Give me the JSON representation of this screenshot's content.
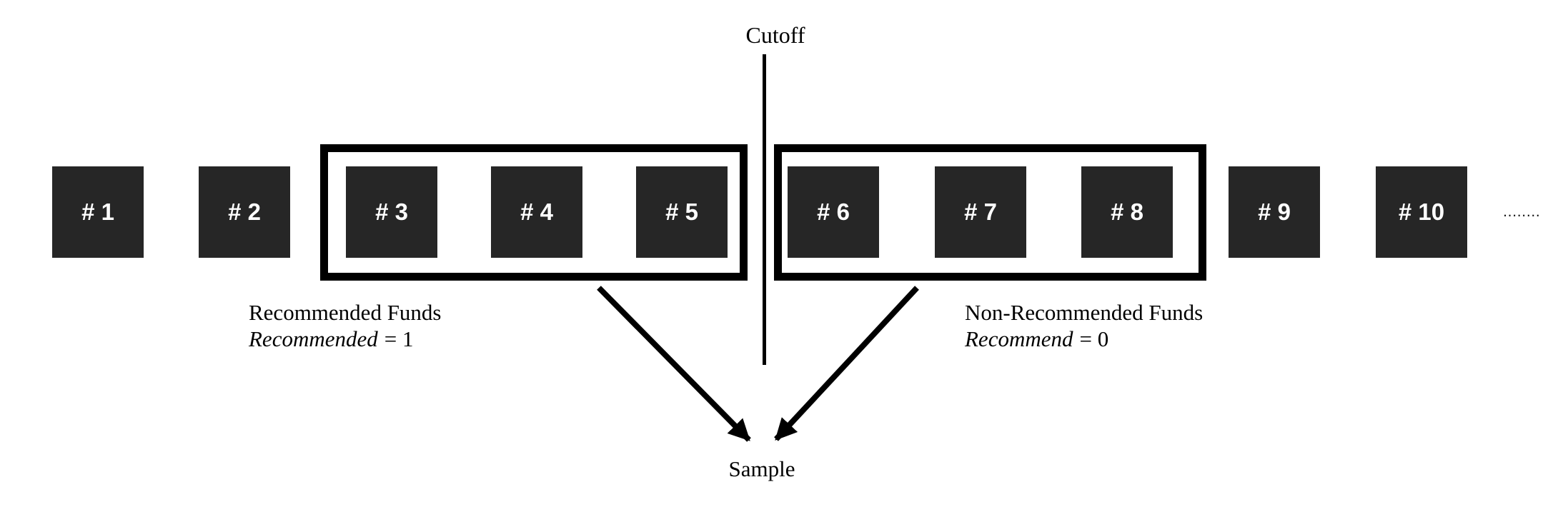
{
  "diagram": {
    "cutoff_label": "Cutoff",
    "sample_label": "Sample",
    "ellipsis": "........",
    "funds": [
      {
        "label": "# 1",
        "group": "none"
      },
      {
        "label": "# 2",
        "group": "none"
      },
      {
        "label": "# 3",
        "group": "recommended"
      },
      {
        "label": "# 4",
        "group": "recommended"
      },
      {
        "label": "# 5",
        "group": "recommended"
      },
      {
        "label": "# 6",
        "group": "non-recommended"
      },
      {
        "label": "# 7",
        "group": "non-recommended"
      },
      {
        "label": "# 8",
        "group": "non-recommended"
      },
      {
        "label": "# 9",
        "group": "none"
      },
      {
        "label": "# 10",
        "group": "none"
      }
    ],
    "recommended_group": {
      "title": "Recommended Funds",
      "variable": "Recommended",
      "equation": "= 1"
    },
    "non_recommended_group": {
      "title": "Non-Recommended Funds",
      "variable": "Recommend",
      "equation": "= 0"
    },
    "colors": {
      "box_fill": "#262626",
      "box_text": "#ffffff",
      "outline": "#000000",
      "background": "#ffffff"
    }
  }
}
